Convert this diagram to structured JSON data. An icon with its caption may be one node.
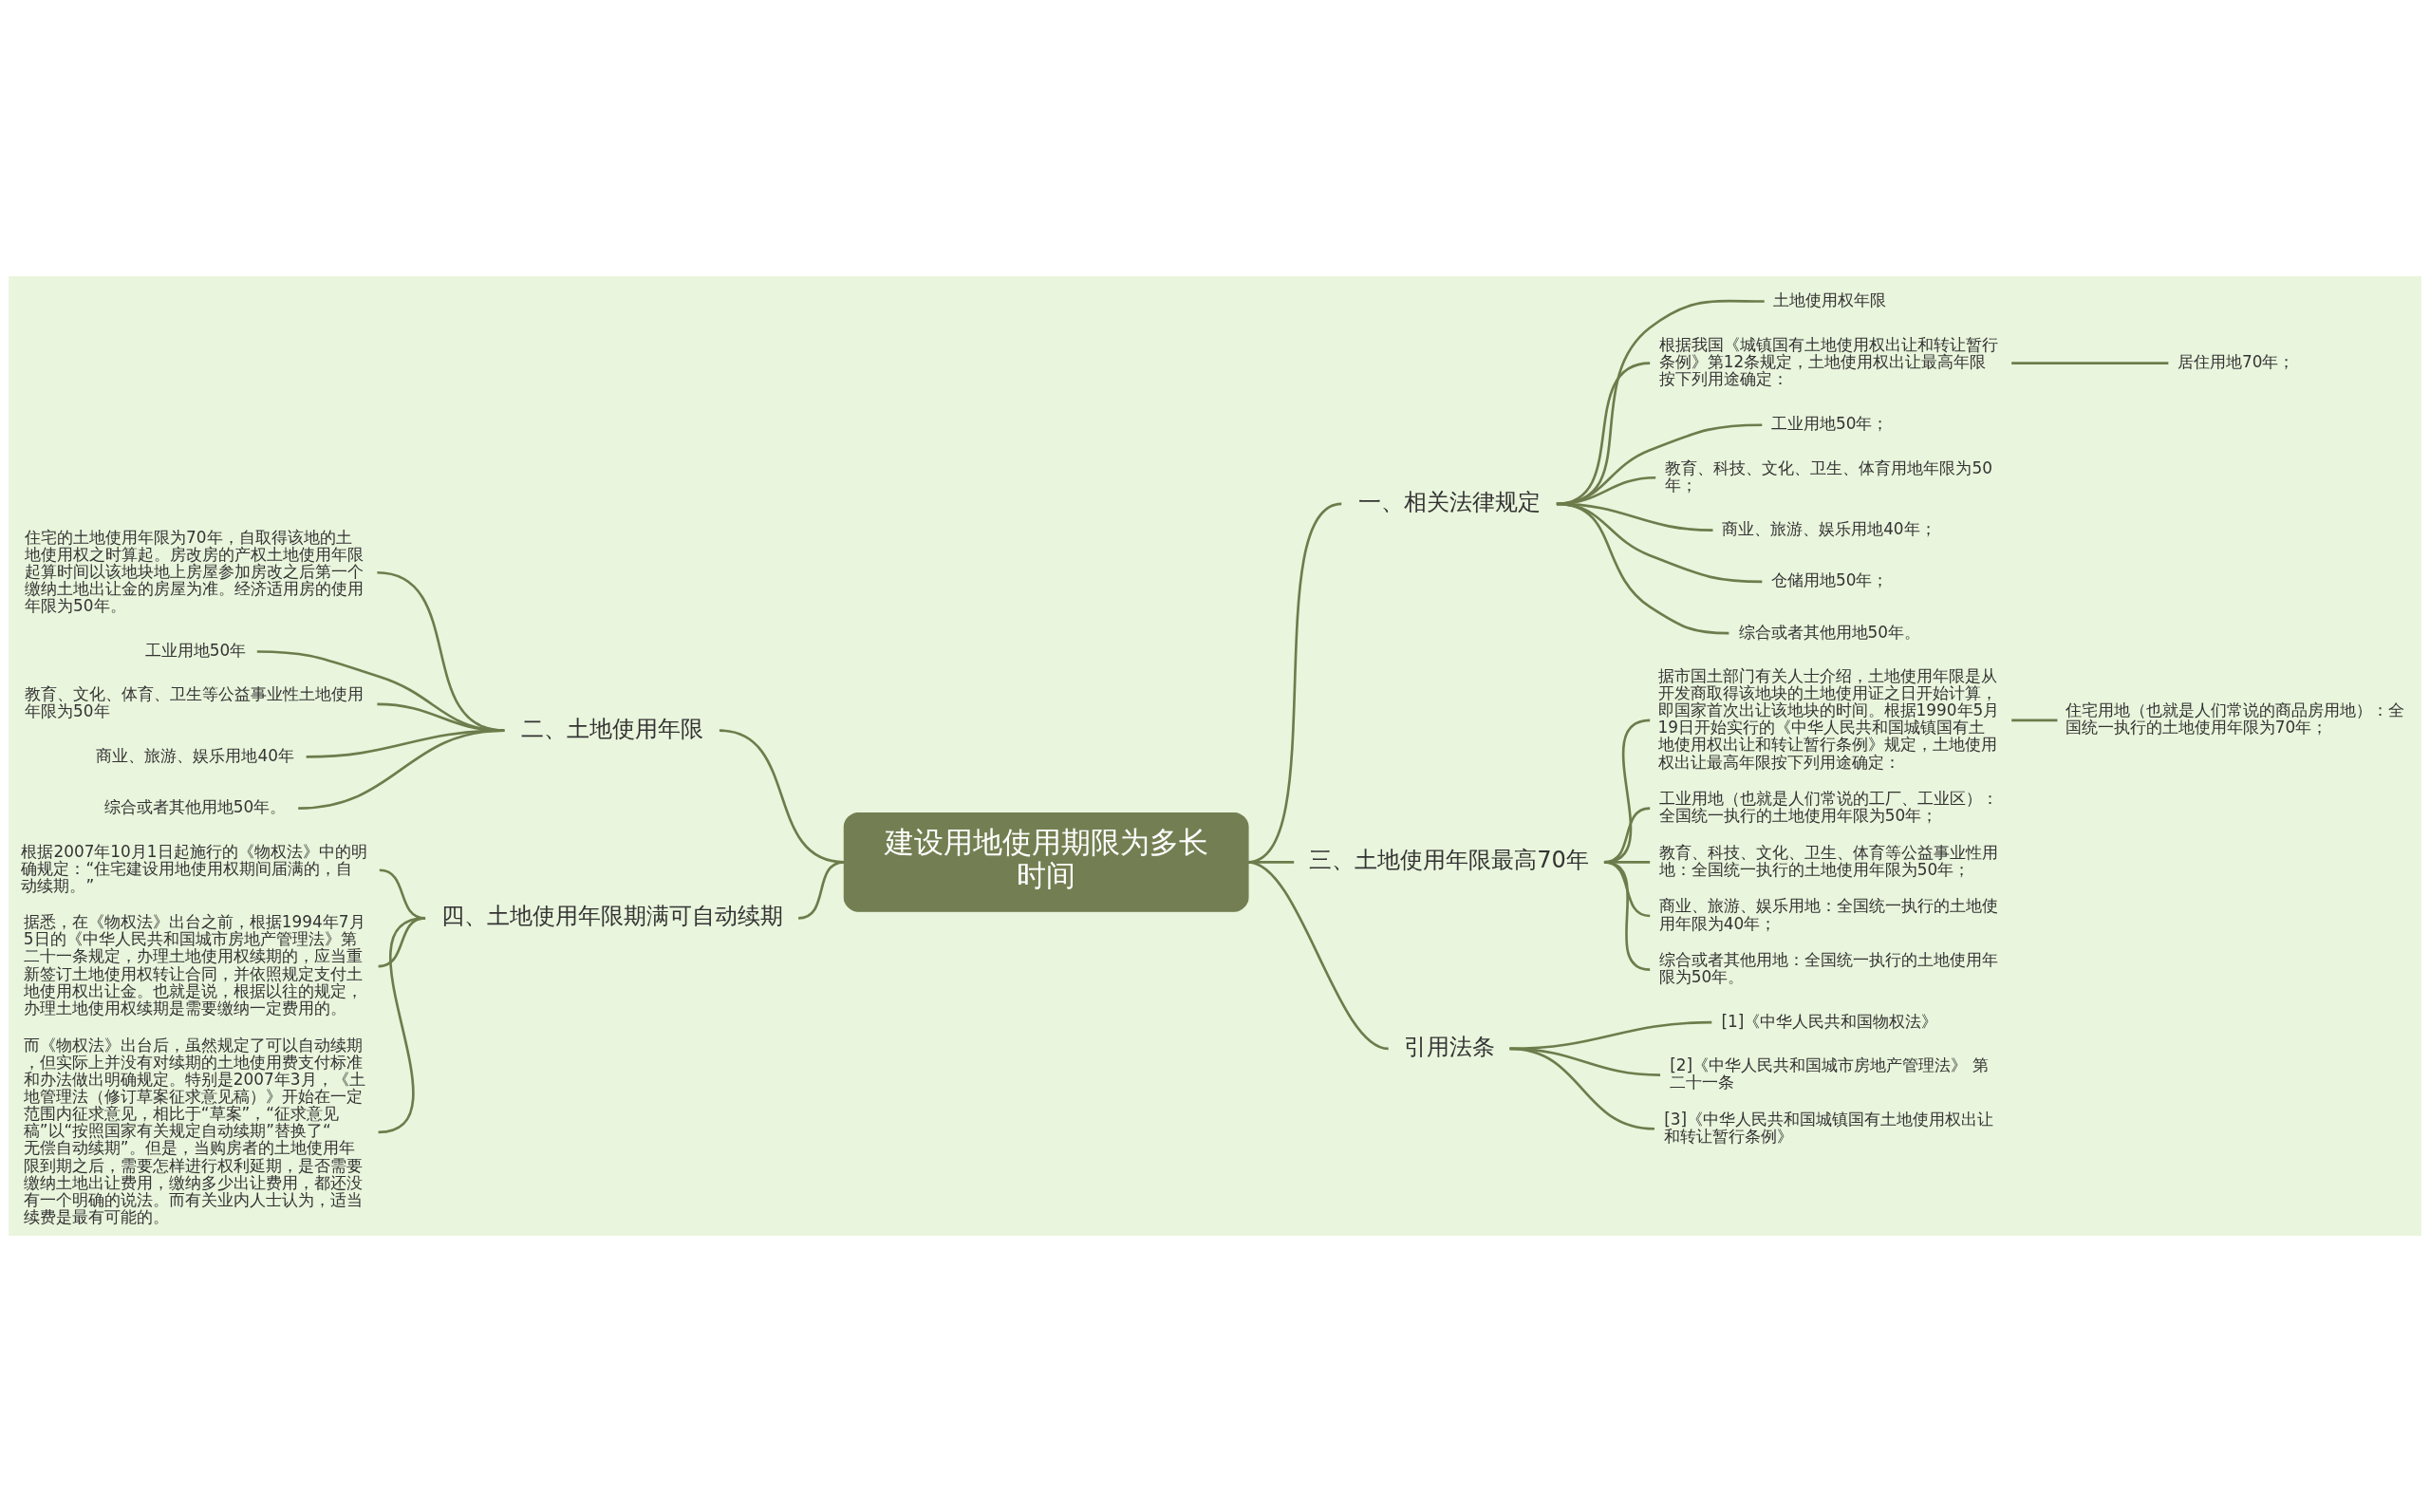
{
  "diagram": {
    "nodes": [
      {
        "text": [
          "建设用地使用期限为多长时间"
        ]
      },
      {
        "text": [
          "一、相关法律规定"
        ]
      },
      {
        "text": [
          "土地使用权年限"
        ]
      },
      {
        "text": [
          "根据我国《城镇国有土地使用权出让和转让暂行条例》第12条规定，土地使用权出让最高年限按下列用途确定："
        ]
      },
      {
        "text": [
          "居住用地70年；"
        ]
      },
      {
        "text": [
          "工业用地50年；"
        ]
      },
      {
        "text": [
          "教育、科技、文化、卫生、体育用地年限为50年；"
        ]
      },
      {
        "text": [
          "商业、旅游、娱乐用地40年；"
        ]
      },
      {
        "text": [
          "仓储用地50年；"
        ]
      },
      {
        "text": [
          "综合或者其他用地50年。"
        ]
      },
      {
        "text": [
          "二、土地使用年限"
        ]
      },
      {
        "text": [
          "住宅的土地使用年限为70年，自取得该地的土地使用权之时算起。房改房的产权土地使用年限起算时间以该地块地上房屋参加房改之后第一个缴纳土地出让金的房屋为准。经济适用房的使用年限为50年。"
        ]
      },
      {
        "text": [
          "工业用地50年"
        ]
      },
      {
        "text": [
          "教育、文化、体育、卫生等公益事业性土地使用年限为50年"
        ]
      },
      {
        "text": [
          "商业、旅游、娱乐用地40年"
        ]
      },
      {
        "text": [
          "综合或者其他用地50年。"
        ]
      },
      {
        "text": [
          "三、土地使用年限最高70年"
        ]
      },
      {
        "text": [
          "据市国土部门有关人士介绍，土地使用年限是从开发商取得该地块的土地使用证之日开始计算，即国家首次出让该地块的时间。根据1990年5月19日开始实行的《中华人民共和国城镇国有土地使用权出让和转让暂行条例》规定，土地使用权出让最高年限按下列用途确定："
        ]
      },
      {
        "text": [
          "住宅用地（也就是人们常说的商品房用地）：全国统一执行的土地使用年限为70年；"
        ]
      },
      {
        "text": [
          "工业用地（也就是人们常说的工厂、工业区）：全国统一执行的土地使用年限为50年；"
        ]
      },
      {
        "text": [
          "教育、科技、文化、卫生、体育等公益事业性用地：全国统一执行的土地使用年限为50年；"
        ]
      },
      {
        "text": [
          "商业、旅游、娱乐用地：全国统一执行的土地使用年限为40年；"
        ]
      },
      {
        "text": [
          "综合或者其他用地：全国统一执行的土地使用年限为50年。"
        ]
      },
      {
        "text": [
          "四、土地使用年限期满可自动续期"
        ]
      },
      {
        "text": [
          "根据2007年10月1日起施行的《物权法》中的明确规定：“住宅建设用地使用权期间届满的，自动续期。”"
        ]
      },
      {
        "text": [
          "据悉，在《物权法》出台之前，根据1994年7月5日的《中华人民共和国城市房地产管理法》第二十一条规定，办理土地使用权续期的，应当重新签订土地使用权转让合同，并依照规定支付土地使用权出让金。也就是说，根据以往的规定，办理土地使用权续期是需要缴纳一定费用的。"
        ]
      },
      {
        "text": [
          "而《物权法》出台后，虽然规定了可以自动续期，但实际上并没有对续期的土地使用费支付标准和办法做出明确规定。特别是2007年3月，《土地管理法（修订草案征求意见稿）》开始在一定范围内征求意见，相比于“草案”，“征求意见稿”以“按照国家有关规定自动续期”替换了“无偿自动续期”。但是，当购房者的土地使用年限到期之后，需要怎样进行权利延期，是否需要缴纳土地出让费用，缴纳多少出让费用，都还没有一个明确的说法。而有关业内人士认为，适当续费是最有可能的。"
        ]
      },
      {
        "text": [
          "引用法条"
        ]
      },
      {
        "text": [
          "[1]《中华人民共和国物权法》"
        ]
      },
      {
        "text": [
          "[2]《中华人民共和国城市房地产管理法》 第二十一条"
        ]
      },
      {
        "text": [
          "[3]《中华人民共和国城镇国有土地使用权出让和转让暂行条例》"
        ]
      }
    ],
    "edges": [
      {
        "from": 0,
        "to": 1,
        "arrow": "none"
      },
      {
        "from": 1,
        "to": 2,
        "arrow": "none"
      },
      {
        "from": 1,
        "to": 3,
        "arrow": "none"
      },
      {
        "from": 3,
        "to": 4,
        "arrow": "none"
      },
      {
        "from": 1,
        "to": 5,
        "arrow": "none"
      },
      {
        "from": 1,
        "to": 6,
        "arrow": "none"
      },
      {
        "from": 1,
        "to": 7,
        "arrow": "none"
      },
      {
        "from": 1,
        "to": 8,
        "arrow": "none"
      },
      {
        "from": 1,
        "to": 9,
        "arrow": "none"
      },
      {
        "from": 0,
        "to": 10,
        "arrow": "none"
      },
      {
        "from": 10,
        "to": 11,
        "arrow": "none"
      },
      {
        "from": 10,
        "to": 12,
        "arrow": "none"
      },
      {
        "from": 10,
        "to": 13,
        "arrow": "none"
      },
      {
        "from": 10,
        "to": 14,
        "arrow": "none"
      },
      {
        "from": 10,
        "to": 15,
        "arrow": "none"
      },
      {
        "from": 0,
        "to": 16,
        "arrow": "none"
      },
      {
        "from": 16,
        "to": 17,
        "arrow": "none"
      },
      {
        "from": 17,
        "to": 18,
        "arrow": "none"
      },
      {
        "from": 16,
        "to": 19,
        "arrow": "none"
      },
      {
        "from": 16,
        "to": 20,
        "arrow": "none"
      },
      {
        "from": 16,
        "to": 21,
        "arrow": "none"
      },
      {
        "from": 16,
        "to": 22,
        "arrow": "none"
      },
      {
        "from": 0,
        "to": 23,
        "arrow": "none"
      },
      {
        "from": 23,
        "to": 24,
        "arrow": "none"
      },
      {
        "from": 23,
        "to": 25,
        "arrow": "none"
      },
      {
        "from": 23,
        "to": 26,
        "arrow": "none"
      },
      {
        "from": 0,
        "to": 27,
        "arrow": "none"
      },
      {
        "from": 27,
        "to": 28,
        "arrow": "none"
      },
      {
        "from": 27,
        "to": 29,
        "arrow": "none"
      },
      {
        "from": 27,
        "to": 30,
        "arrow": "none"
      }
    ]
  }
}
